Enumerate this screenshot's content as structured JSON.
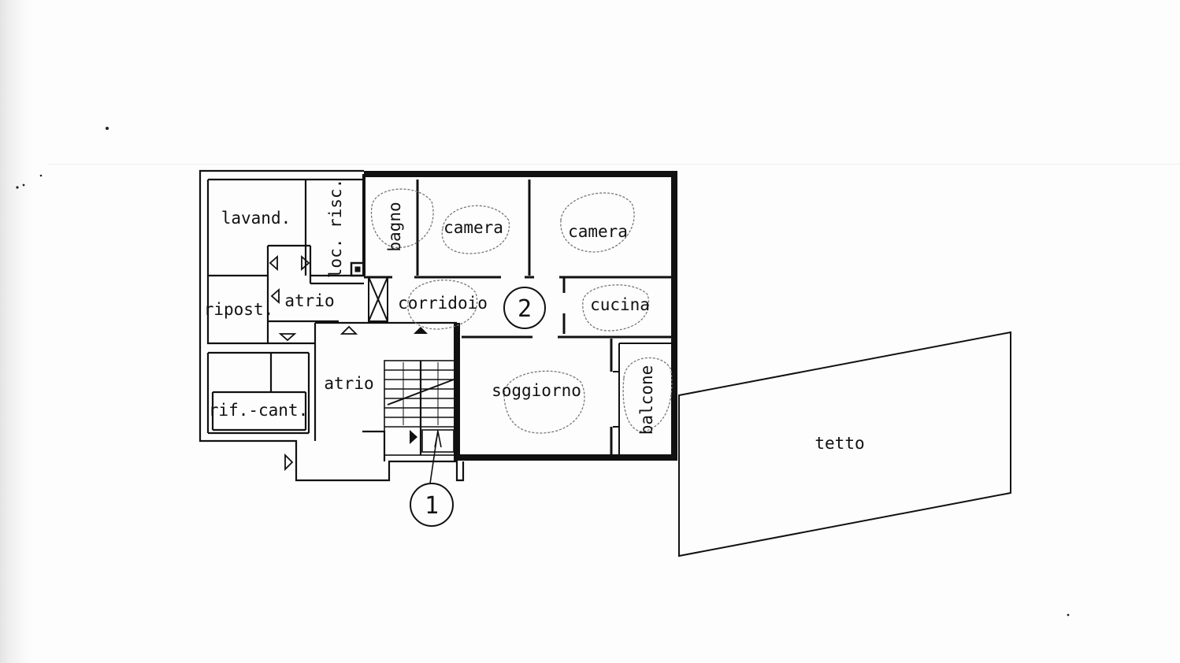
{
  "rooms": {
    "lavand": "lavand.",
    "loc_risc": "loc. risc.",
    "bagno": "bagno",
    "camera_1": "camera",
    "camera_2": "camera",
    "ripost": "ripost.",
    "atrio_small": "atrio",
    "corridoio": "corridoio",
    "cucina": "cucina",
    "atrio_main": "atrio",
    "soggiorno": "soggiorno",
    "balcone": "balcone",
    "rif_cant": "rif.-cant.",
    "tetto": "tetto"
  },
  "markers": {
    "unit_1": "1",
    "unit_2": "2"
  },
  "colors": {
    "ink": "#111111",
    "paper": "#fdfdfd",
    "pencil": "#777777"
  }
}
